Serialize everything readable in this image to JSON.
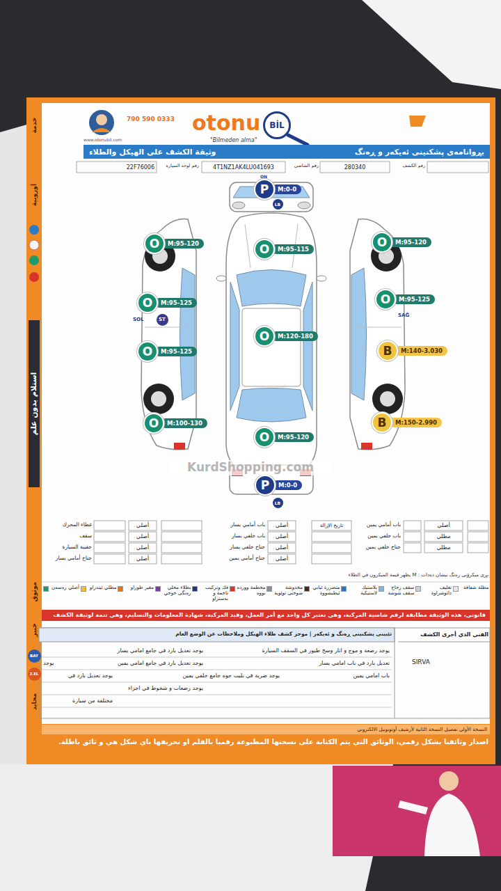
{
  "diagram": {
    "nodes": [
      {
        "text": [
          "BİL"
        ]
      },
      {
        "text": [
          "بڕوانامەی پشکنینی ئەیکەر و ڕەنگ",
          "وثيقة الكشف على الهيكل والطلاء"
        ]
      },
      {
        "text": [
          "P",
          "M:0-0"
        ]
      },
      {
        "text": [
          "LB"
        ]
      },
      {
        "text": [
          "O",
          "M:95-120"
        ]
      },
      {
        "text": [
          "O",
          "M:95-115"
        ]
      },
      {
        "text": [
          "O",
          "M:95-120"
        ]
      },
      {
        "text": [
          "O",
          "M:95-125"
        ]
      },
      {
        "text": [
          "ST"
        ]
      },
      {
        "text": [
          "O",
          "M:95-125"
        ]
      },
      {
        "text": [
          "O",
          "M:120-180"
        ]
      },
      {
        "text": [
          "O",
          "M:95-125"
        ]
      },
      {
        "text": [
          "B",
          "M:140-3.030"
        ]
      },
      {
        "text": [
          "O",
          "M:100-130"
        ]
      },
      {
        "text": [
          "B",
          "M:150-2.990"
        ]
      },
      {
        "text": [
          "O",
          "M:95-120"
        ]
      },
      {
        "text": [
          "P",
          "M:0-0"
        ]
      },
      {
        "text": [
          "LB"
        ]
      },
      {
        "text": [
          "قانوني، هذه الوثيقة مطابقة لرقم شاسية المركبة، وهي تعتبر كل واحد مع أمر العمل، وقيد المركبة، شهادة المعلومات والتسليم، وهي تتمة لوثيقة الكشف"
        ]
      },
      {
        "text": [
          "BAY"
        ]
      },
      {
        "text": [
          "2.EL"
        ]
      }
    ],
    "labels": [
      "790 590 0333",
      "www.otonubil.com",
      "otonu",
      "\"Bilmeden alma\"",
      "رقم لوحة السيارة",
      "22F76006",
      "رقم الشاصي",
      "4T1NZ1AK4LU041693",
      "رقم الكشف",
      "280340",
      "ON",
      "SOL",
      "SAĞ",
      "KurdShopping.com",
      "غطاء المحرك",
      "أصلي",
      "باب أمامي يسار",
      "أصلي",
      "تاريخ الإزالة",
      "باب أمامي يمين",
      "أصلي",
      "سقف",
      "أصلي",
      "باب خلفي يسار",
      "أصلي",
      "باب خلفي يمين",
      "مطلي",
      "حقيبة السيارة",
      "أصلي",
      "جناح خلفي يسار",
      "أصلي",
      "جناح خلفي يمين",
      "مطلي",
      "جناح أمامي يسار",
      "أصلي",
      "جناح أمامي يمين",
      "أصلي",
      "بڕى ميكرۆنى رەنگ نيشان دەدات : M يظهر قيمة الميكرون في الطلاء",
      "الفني الذي أجرى الكشف",
      "SIRVA",
      "تێبینی پشکنینی ڕەنگ و ئەیکەر | موجز كشف طلاء الهيكل وملاحظات عن الوضع العام",
      "يوجد رضعة و موج و اثار وسخ طيور في السقف السيارة",
      "يوجد تعديل بارد في جامع امامي يسار",
      "يوجد",
      "تعديل بارد في باب امامي يسار",
      "يوجد تعديل بارد في جامع امامي يمين",
      "يوجد تعديل بارد في",
      "باب امامي يمين",
      "يوجد ضربة في بليت جوه جامع خلفي يمين",
      "يوجد رضعات و شخوط في اجزاء",
      "مختلفة من سيارة",
      "النسخة الأولى تفصيل النسخة الثانية لأرشيف أوتونوبيل الالكتروني",
      "اصدار وثائقنا بشكل رقمي، الوثائق التي يتم الكتابة على نسختها المطبوعة رقميا بالقلم او تحريفها باي شكل هي و ثائق باطلة.",
      "خدمة",
      "أوروبية",
      "استلام بدون علم",
      "موثوق",
      "خبير",
      "محايد"
    ],
    "legend": [
      {
        "text": "أصلي رەسەن",
        "color": "#1f9a6a"
      },
      {
        "text": "مطلي ئيندراو",
        "color": "#f2c12e"
      },
      {
        "text": "مغير طوراو",
        "color": "#e8731a"
      },
      {
        "text": "بطلاء محلي رەنگی خوجي",
        "color": "#7a3fa0"
      },
      {
        "text": "فك وتركيب تاخمة و بەستراو",
        "color": "#26357a"
      },
      {
        "text": "محطمة ووردە بووه",
        "color": "#d8342c"
      },
      {
        "text": "مخدوشة شوختی توێوية",
        "color": "#8a8f96"
      },
      {
        "text": "متضررة ئيابي ئيطيشووة",
        "color": "#4a2a20"
      },
      {
        "text": "بلاستيك لاستيكية",
        "color": "#2f6fd0"
      },
      {
        "text": "سقف زجاج سقف شوشة",
        "color": "#7fb4e0"
      },
      {
        "text": "تغليف دائوشراوة",
        "color": "#c9ced4"
      },
      {
        "text": "مطلة شفافة",
        "color": "#e6e9ec"
      }
    ]
  }
}
